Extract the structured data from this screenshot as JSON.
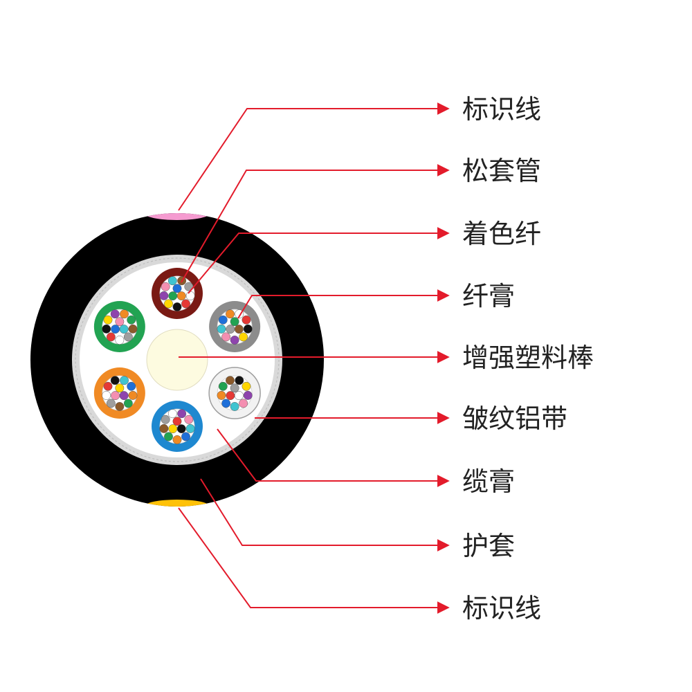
{
  "labels": {
    "marker_line_top": "标识线",
    "loose_tube": "松套管",
    "colored_fiber": "着色纤",
    "fiber_gel": "纤膏",
    "strength_rod": "增强塑料棒",
    "corrugated_aluminum_tape": "皱纹铝带",
    "cable_gel": "缆膏",
    "sheath": "护套",
    "marker_line_bottom": "标识线"
  },
  "colors": {
    "leader_line": "#e31b2b",
    "sheath": "#000000",
    "marker_top": "#f59bd0",
    "marker_bottom": "#ffc107",
    "aluminum_tape": "#d9d9d9",
    "cable_gel": "#ffffff",
    "strength_rod": "#fdfbe0",
    "tubes": [
      "#7a1a14",
      "#8c8c8c",
      "#f2f2f2",
      "#1e88d0",
      "#f08a24",
      "#22a352"
    ],
    "fibers": [
      "#1e6fd9",
      "#f08a24",
      "#22a352",
      "#8b5a2b",
      "#9e9e9e",
      "#ffffff",
      "#e53935",
      "#111111",
      "#ffd600",
      "#8e44ad",
      "#f48fb1",
      "#40c4d0"
    ]
  }
}
